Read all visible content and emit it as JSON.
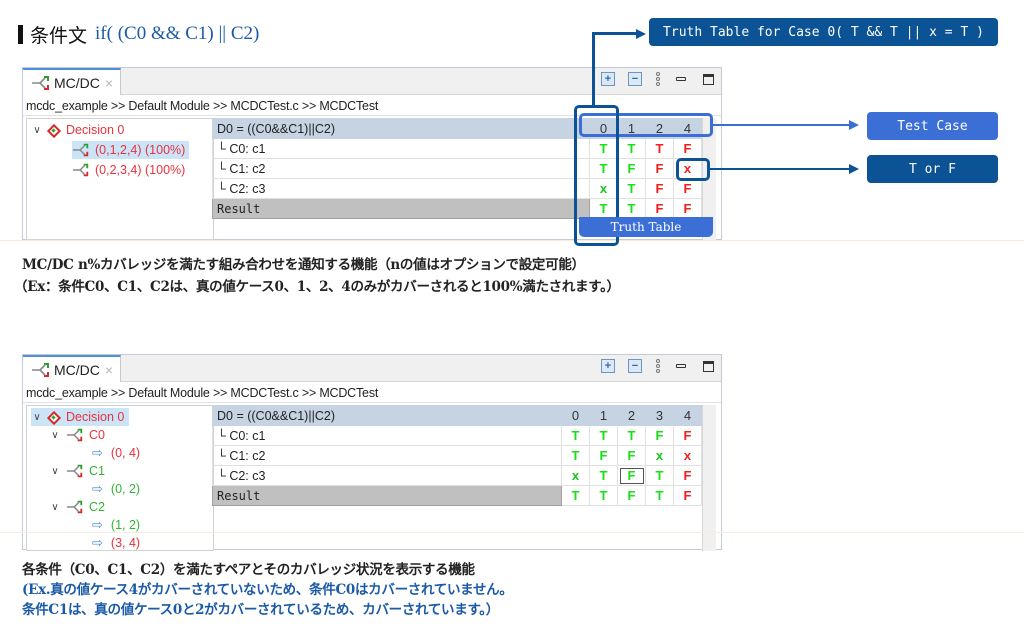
{
  "heading": {
    "label": "条件文",
    "code": "if( (C0 && C1) || C2)"
  },
  "panel1": {
    "tab_label": "MC/DC",
    "tab_close": "×",
    "toolbar": [
      "expand-all",
      "collapse-all",
      "view-menu",
      "minimize",
      "maximize"
    ],
    "breadcrumb": "mcdc_example >> Default Module >> MCDCTest.c >> MCDCTest",
    "tree": {
      "decision": "Decision 0",
      "items": [
        {
          "label": "(0,1,2,4) (100%)",
          "selected": true
        },
        {
          "label": "(0,2,3,4) (100%)",
          "selected": false
        }
      ]
    },
    "table": {
      "header": "D0 = ((C0&&C1)||C2)",
      "columns": [
        "0",
        "1",
        "2",
        "4"
      ],
      "rows": [
        {
          "label": "└ C0: c1",
          "values": [
            "T",
            "T",
            "T",
            "F"
          ]
        },
        {
          "label": "└ C1: c2",
          "values": [
            "T",
            "F",
            "F",
            "x"
          ]
        },
        {
          "label": "└ C2: c3",
          "values": [
            "x",
            "T",
            "F",
            "F"
          ]
        }
      ],
      "result": {
        "label": "Result",
        "values": [
          "T",
          "T",
          "F",
          "F"
        ]
      }
    }
  },
  "annotations": {
    "truth_table_case": "Truth Table for Case 0( T && T || x = T )",
    "test_case": "Test Case",
    "t_or_f": "T or F",
    "truth_table_footer": "Truth Table"
  },
  "description1": {
    "line1": "MC/DC n%カバレッジを満たす組み合わせを通知する機能（nの値はオプションで設定可能）",
    "line2": "（Ex：条件C0、C1、C2は、真の値ケース0、1、2、4のみがカバーされると100%満たされます。）"
  },
  "panel2": {
    "tab_label": "MC/DC",
    "tab_close": "×",
    "breadcrumb": "mcdc_example >> Default Module >> MCDCTest.c >> MCDCTest",
    "tree": {
      "decision": "Decision 0",
      "conditions": [
        {
          "label": "C0",
          "color": "red",
          "pairs": [
            {
              "label": "(0, 4)",
              "color": "red"
            }
          ]
        },
        {
          "label": "C1",
          "color": "green",
          "pairs": [
            {
              "label": "(0, 2)",
              "color": "green"
            }
          ]
        },
        {
          "label": "C2",
          "color": "green",
          "pairs": [
            {
              "label": "(1, 2)",
              "color": "green"
            },
            {
              "label": "(3, 4)",
              "color": "red"
            }
          ]
        }
      ]
    },
    "table": {
      "header": "D0 = ((C0&&C1)||C2)",
      "columns": [
        "0",
        "1",
        "2",
        "3",
        "4"
      ],
      "rows": [
        {
          "label": "└ C0: c1",
          "values": [
            "T",
            "T",
            "T",
            "F",
            "F"
          ]
        },
        {
          "label": "└ C1: c2",
          "values": [
            "T",
            "F",
            "F",
            "x",
            "x"
          ]
        },
        {
          "label": "└ C2: c3",
          "values": [
            "x",
            "T",
            "F",
            "T",
            "F"
          ]
        }
      ],
      "result": {
        "label": "Result",
        "values": [
          "T",
          "T",
          "F",
          "T",
          "F"
        ]
      }
    }
  },
  "description2": {
    "line1": "各条件（C0、C1、C2）を満たすペアとそのカバレッジ状況を表示する機能",
    "line2": "(Ex.真の値ケース4がカバーされていないため、条件C0はカバーされていません。",
    "line3": "条件C1は、真の値ケース0と2がカバーされているため、カバーされています。）"
  },
  "colors": {
    "accent_dark": "#0b5394",
    "accent_light": "#3c6fd6",
    "true_green": "#17e017",
    "false_red": "#f21f1f",
    "heading_blue": "#1b5aa6"
  }
}
